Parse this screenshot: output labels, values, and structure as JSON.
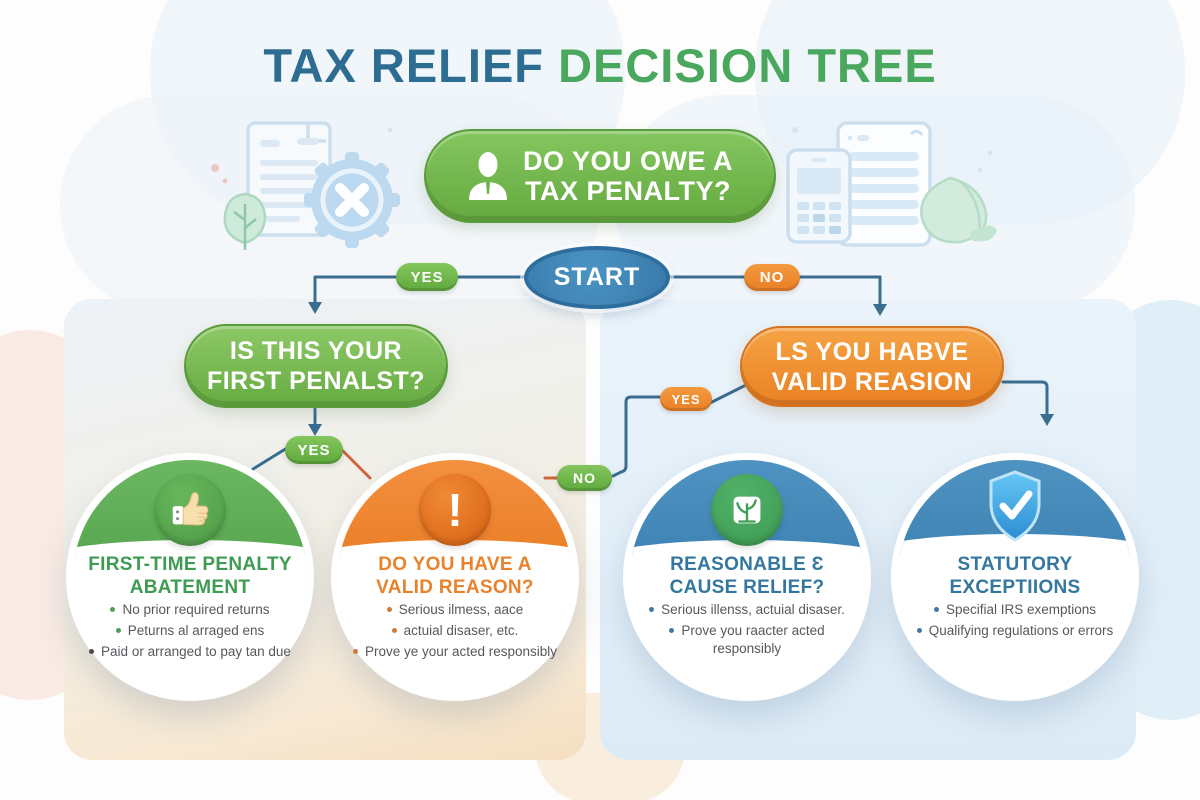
{
  "title": {
    "part1": "TAX RELIEF",
    "part2": "DECISION TREE"
  },
  "root_question": {
    "icon": "person-icon",
    "line1": "DO YOU OWE A",
    "line2": "TAX PENALTY?"
  },
  "start_label": "START",
  "labels": {
    "branch_yes": "YES",
    "branch_no": "NO",
    "first_yes": "YES",
    "reason_yes": "YES",
    "reason_no": "NO"
  },
  "questions": {
    "first_penalty": {
      "line1": "IS THIS YOUR",
      "line2": "FIRST PENALST?"
    },
    "valid_reason": {
      "line1": "LS YOU HABVE",
      "line2": "VALID REASION"
    }
  },
  "outcomes": [
    {
      "icon": "thumbs-up-icon",
      "title": [
        "FIRST-TIME PENALTY",
        "ABATEMENT"
      ],
      "bullets": [
        "No prior required returns",
        "Peturns al arraged ens",
        "Paid or arranged to pay tan due"
      ]
    },
    {
      "icon": "exclamation-icon",
      "icon_glyph": "!",
      "title": [
        "DO YOU HAVE A",
        "VALID REASON?"
      ],
      "bullets": [
        "Serious ilmess, aace",
        "actuial disaser, etc.",
        "Prove ye your acted responsibly"
      ]
    },
    {
      "icon": "plant-icon",
      "title": [
        "REASONABLE Ɛ",
        "CAUSE RELIEF?"
      ],
      "bullets": [
        "Serious illenss, actuial disaser.",
        "Prove you raacter acted responsibly"
      ]
    },
    {
      "icon": "shield-check-icon",
      "title": [
        "STATUTORY",
        "EXCEPTIIONS"
      ],
      "bullets": [
        "Specifial IRS exemptions",
        "Qualifying regulations or errors"
      ]
    }
  ],
  "colors": {
    "title_blue": "#2e6d92",
    "title_green": "#49a75e",
    "pill_green": "#67ab43",
    "pill_orange": "#ec8224",
    "start_blue": "#3d87b9",
    "connector": "#3a6d90",
    "connector_orange": "#d2643f",
    "outcome_green": "#3e9c52",
    "outcome_orange": "#e8822c",
    "outcome_blue": "#33779f"
  }
}
